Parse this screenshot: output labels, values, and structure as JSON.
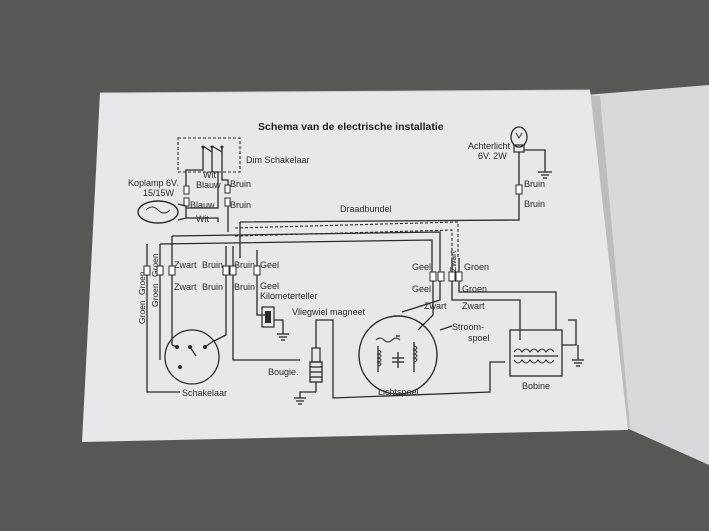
{
  "title": "Schema van de electrische installatie",
  "labels": {
    "dim_schakelaar": "Dim Schakelaar",
    "wit_top": "Wit",
    "blauw_top": "Blauw",
    "blauw_mid": "Blauw",
    "wit_bottom": "Wit",
    "bruin_top": "Bruin",
    "bruin_mid": "Bruin",
    "koplamp_line1": "Koplamp 6V.",
    "koplamp_line2": "15/15W",
    "achterlicht_line1": "Achterlicht",
    "achterlicht_line2": "6V. 2W",
    "bruin_rear_1": "Bruin",
    "bruin_rear_2": "Bruin",
    "draadbundel": "Draadbundel",
    "groen_left_1": "Groen",
    "groen_left_2": "Groen",
    "groen_left_3": "Groen",
    "groen_left_4": "Groen",
    "zwart_1": "Zwart",
    "bruin_l1": "Bruin",
    "bruin_l2": "Bruin",
    "geel_l1": "Geel",
    "zwart_2": "Zwart",
    "bruin_l3": "Bruin",
    "bruin_l4": "Bruin",
    "geel_l2": "Geel",
    "kilometerteller": "Kilometerteller",
    "vliegwiel": "Vliegwiel magneet",
    "geel_r1": "Geel",
    "zwart_r_v": "Zwart",
    "groen_r1": "Groen",
    "geel_r2": "Geel",
    "groen_r2": "Groen",
    "zwart_r2": "Zwart",
    "zwart_r3": "Zwart",
    "stroomspoel_line1": "Stroom-",
    "stroomspoel_line2": "spoel",
    "lichtspoel": "Lichtspoel",
    "bobine": "Bobine",
    "bougie": "Bougie.",
    "schakelaar": "Schakelaar"
  },
  "colors": {
    "paper": "#e8e8ea",
    "ink": "#2b2b2b",
    "background": "#5a5a58"
  }
}
